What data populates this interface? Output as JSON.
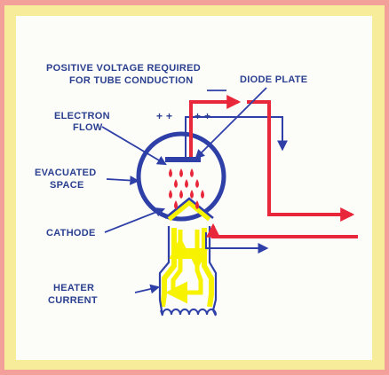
{
  "labels": {
    "positive_voltage_line1": "POSITIVE VOLTAGE REQUIRED",
    "positive_voltage_line2": "FOR TUBE CONDUCTION",
    "diode_plate": "DIODE PLATE",
    "electron_line1": "ELECTRON",
    "electron_line2": "FLOW",
    "evacuated_line1": "EVACUATED",
    "evacuated_line2": "SPACE",
    "cathode": "CATHODE",
    "heater_line1": "HEATER",
    "heater_line2": "CURRENT",
    "plus_signs_left": "+ +",
    "plus_signs_right": "+ +"
  },
  "colors": {
    "frame_outer": "#f4a09a",
    "frame_inner": "#f7ec9a",
    "panel": "#fcfcf8",
    "tube_outline": "#2e3fa8",
    "wire_blue": "#2e3fa8",
    "current_red": "#e8283a",
    "heater_yellow": "#f7f200",
    "label_text": "#2a3f8f"
  }
}
